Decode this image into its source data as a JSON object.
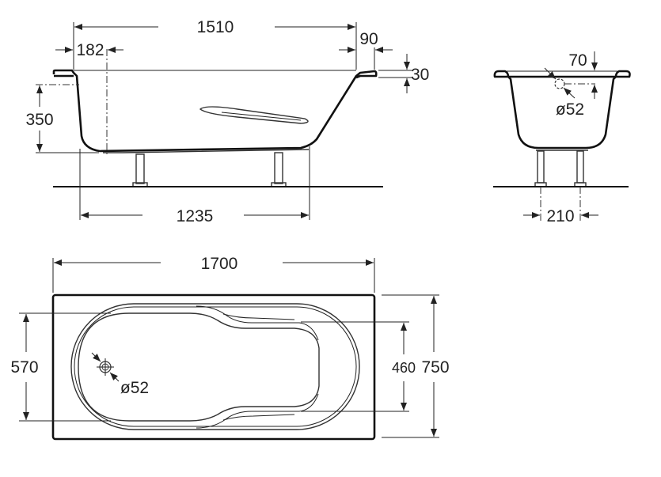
{
  "side_view": {
    "overall_length": "1510",
    "drain_offset": "182",
    "rim_width": "90",
    "rim_height": "30",
    "depth": "350",
    "leg_span": "1235"
  },
  "end_view": {
    "overflow_offset": "70",
    "overflow_diameter": "ø52",
    "leg_span": "210"
  },
  "plan_view": {
    "length": "1700",
    "width": "750",
    "inner_width": "570",
    "headrest_width": "460",
    "drain_diameter": "ø52"
  },
  "colors": {
    "line": "#222222",
    "background": "#ffffff"
  }
}
